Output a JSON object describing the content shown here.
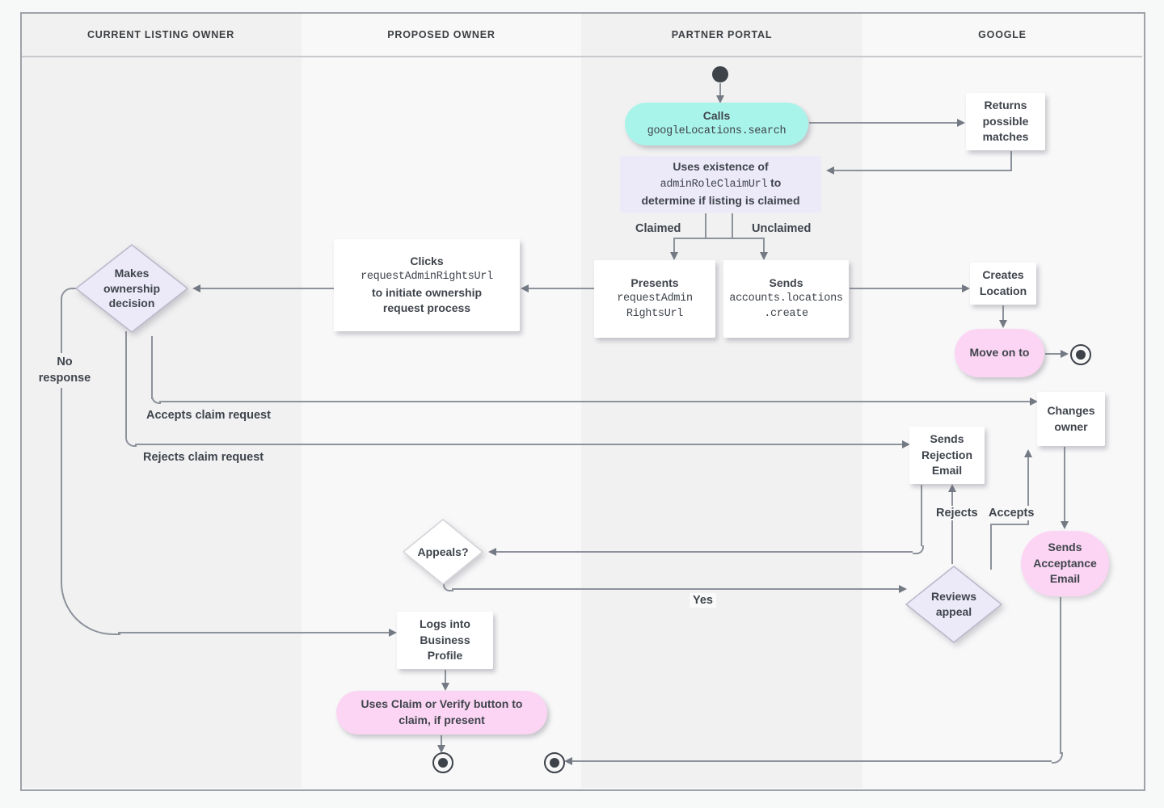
{
  "lanes": [
    {
      "label": "CURRENT LISTING OWNER"
    },
    {
      "label": "PROPOSED OWNER"
    },
    {
      "label": "PARTNER PORTAL"
    },
    {
      "label": "GOOGLE"
    }
  ],
  "nodes": {
    "calls": {
      "title": "Calls",
      "code": "googleLocations.search"
    },
    "returns_matches": {
      "text": "Returns possible matches"
    },
    "uses_existence": {
      "line1": "Uses existence of",
      "code": "adminRoleClaimUrl",
      "suffix": " to",
      "line3": "determine if listing is claimed"
    },
    "presents": {
      "title": "Presents",
      "code1": "requestAdmin",
      "code2": "RightsUrl"
    },
    "sends_create": {
      "title": "Sends",
      "code1": "accounts.locations",
      "code2": ".create"
    },
    "clicks": {
      "title": "Clicks",
      "code": "requestAdminRightsUrl",
      "line3": "to initiate ownership",
      "line4": "request process"
    },
    "makes_decision": {
      "text": "Makes ownership decision"
    },
    "creates_location": {
      "text": "Creates Location"
    },
    "move_on": {
      "text": "Move on to"
    },
    "changes_owner": {
      "text": "Changes owner"
    },
    "sends_rejection": {
      "text": "Sends Rejection Email"
    },
    "sends_acceptance": {
      "text": "Sends Acceptance Email"
    },
    "reviews_appeal": {
      "text": "Reviews appeal"
    },
    "appeals": {
      "text": "Appeals?"
    },
    "logs_in": {
      "text": "Logs into Business Profile"
    },
    "claim_verify": {
      "text": "Uses Claim or Verify button to claim, if present"
    }
  },
  "edge_labels": {
    "claimed": "Claimed",
    "unclaimed": "Unclaimed",
    "no_response": "No response",
    "accepts_claim": "Accepts claim request",
    "rejects_claim": "Rejects claim request",
    "rejects": "Rejects",
    "accepts": "Accepts",
    "yes": "Yes"
  },
  "colors": {
    "teal": "#a9f4ea",
    "lavender": "#ece9f8",
    "pink": "#fbd5f3",
    "line": "#8d929b",
    "text": "#3f444c",
    "lane_dark": "#f1f1f2",
    "lane_light": "#f8f8f9"
  }
}
